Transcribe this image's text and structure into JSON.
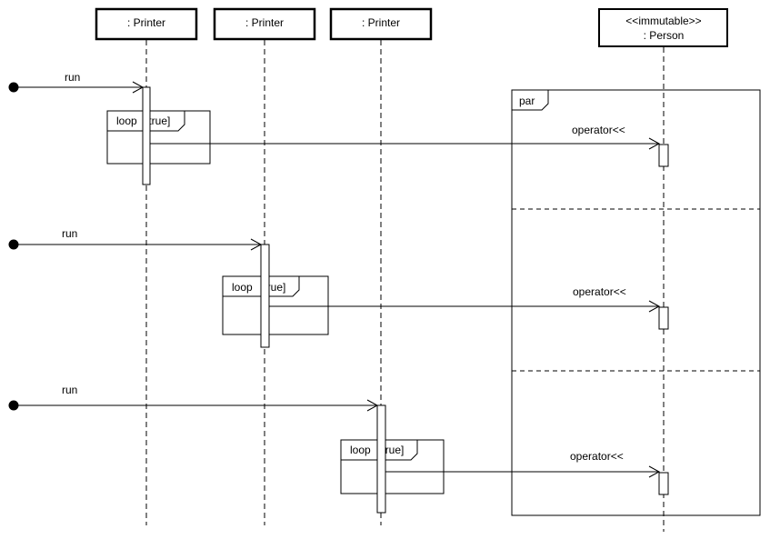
{
  "lifelines": [
    {
      "id": "p1",
      "label": ": Printer"
    },
    {
      "id": "p2",
      "label": ": Printer"
    },
    {
      "id": "p3",
      "label": ": Printer"
    },
    {
      "id": "person",
      "stereotype": "<<immutable>>",
      "label": ": Person"
    }
  ],
  "par_fragment": {
    "operator": "par"
  },
  "loops": [
    {
      "operator": "loop",
      "guard": "[true]"
    },
    {
      "operator": "loop",
      "guard": "[true]"
    },
    {
      "operator": "loop",
      "guard": "[true]"
    }
  ],
  "found_messages": [
    {
      "label": "run"
    },
    {
      "label": "run"
    },
    {
      "label": "run"
    }
  ],
  "messages": [
    {
      "label": "operator<<"
    },
    {
      "label": "operator<<"
    },
    {
      "label": "operator<<"
    }
  ]
}
